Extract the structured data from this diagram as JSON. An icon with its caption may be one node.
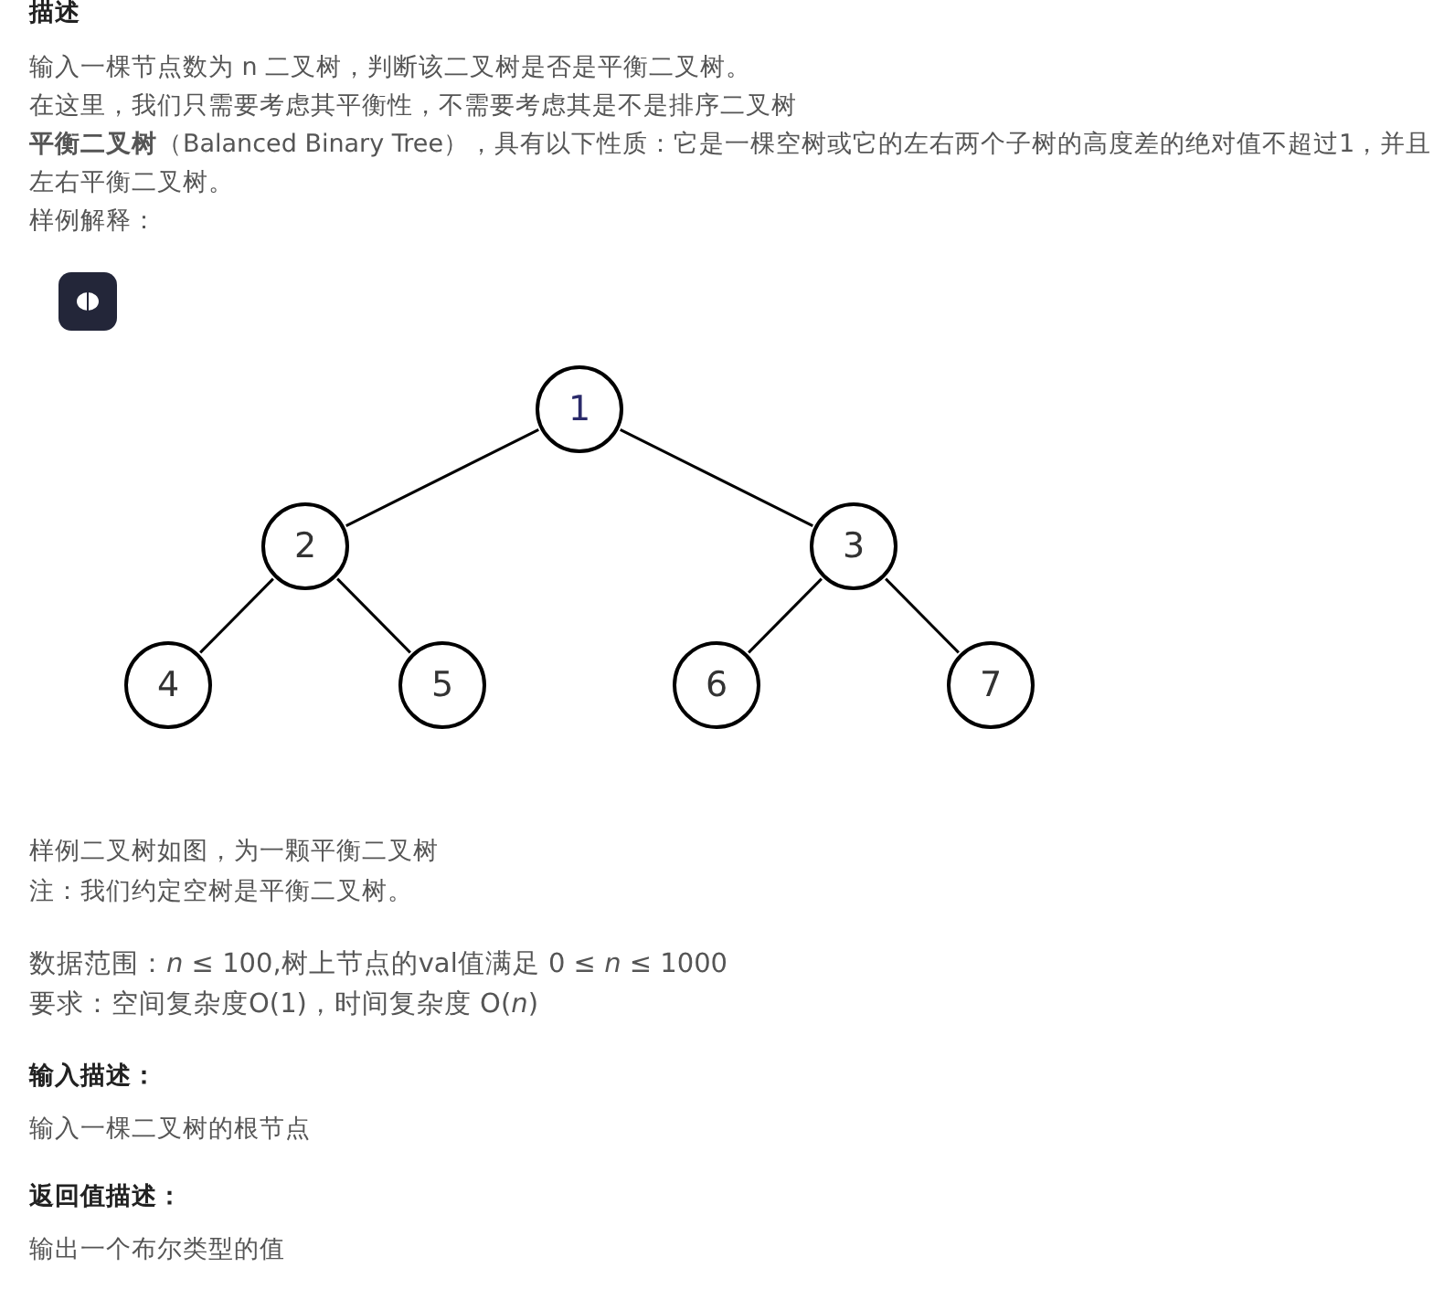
{
  "diagram": {
    "nodes": [
      {
        "text": [
          "1"
        ]
      },
      {
        "text": [
          "2"
        ]
      },
      {
        "text": [
          "3"
        ]
      },
      {
        "text": [
          "4"
        ]
      },
      {
        "text": [
          "5"
        ]
      },
      {
        "text": [
          "6"
        ]
      },
      {
        "text": [
          "7"
        ]
      }
    ],
    "edges": [
      {
        "from": 0,
        "to": 1,
        "arrow": "none"
      },
      {
        "from": 0,
        "to": 2,
        "arrow": "none"
      },
      {
        "from": 1,
        "to": 3,
        "arrow": "none"
      },
      {
        "from": 1,
        "to": 4,
        "arrow": "none"
      },
      {
        "from": 2,
        "to": 5,
        "arrow": "none"
      },
      {
        "from": 2,
        "to": 6,
        "arrow": "none"
      }
    ],
    "labels": [
      "描述",
      "输入一棵节点数为 n 二叉树，判断该二叉树是否是平衡二叉树。",
      "在这里，我们只需要考虑其平衡性，不需要考虑其是不是排序二叉树",
      "**平衡二叉树**（Balanced Binary Tree），具有以下性质：它是一棵空树或它的左右两个子树的高度差的绝对值不超过1，并且左右平衡二叉树。",
      "样例解释：",
      "样例二叉树如图，为一颗平衡二叉树",
      "注：我们约定空树是平衡二叉树。",
      "数据范围：*n* ≤ 100,树上节点的val值满足 0 ≤ *n* ≤ 1000",
      "要求：空间复杂度O(1)，时间复杂度 O(*n*)",
      "输入描述：",
      "输入一棵二叉树的根节点",
      "返回值描述：",
      "输出一个布尔类型的值"
    ]
  }
}
